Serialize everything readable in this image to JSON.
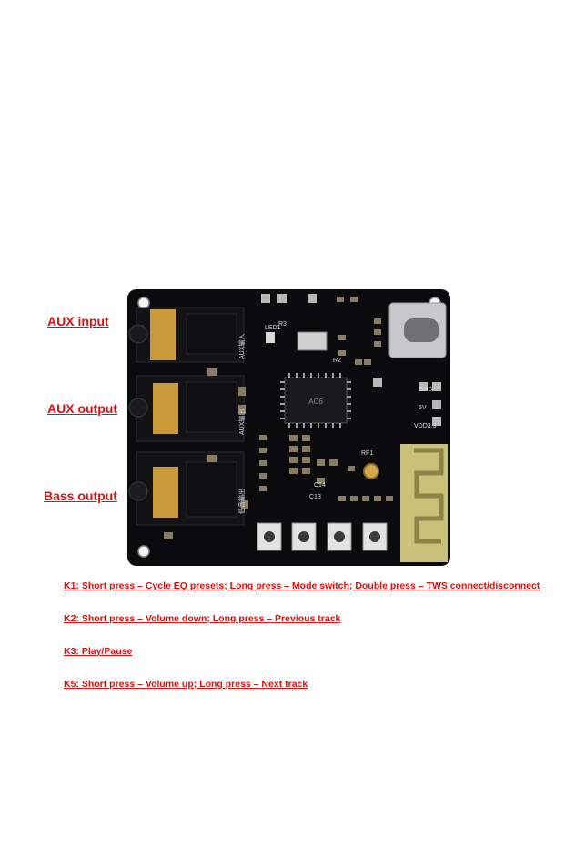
{
  "labels": {
    "aux_input": "AUX input",
    "aux_output": "AUX output",
    "bass_output": "Bass output"
  },
  "keys": [
    "K1: Short press  –  Cycle EQ presets;  Long press  –  Mode switch;  Double press  –  TWS connect/disconnect",
    "K2: Short press  –  Volume down;  Long press  –  Previous track",
    "K3: Play/Pause",
    "K5: Short press  –  Volume up;  Long press  –  Next track"
  ],
  "board": {
    "chip_label": "AC6",
    "aux_in_silk": "AUX输入",
    "aux_out_silk": "AUX输出",
    "bass_silk": "低音输出",
    "vdd_silk": "VDD3.3",
    "gnd_silk": "GND",
    "v5_silk": "5V",
    "rf_silk": "RF1",
    "c14_silk": "C14",
    "c13_silk": "C13",
    "led_silk": "LED1",
    "r3_silk": "R3",
    "r2_silk": "R2"
  },
  "colors": {
    "label_red": "#e01010",
    "pcb": "#0b0b0d",
    "gold": "#c89a3a",
    "antenna": "#c9c07a"
  }
}
